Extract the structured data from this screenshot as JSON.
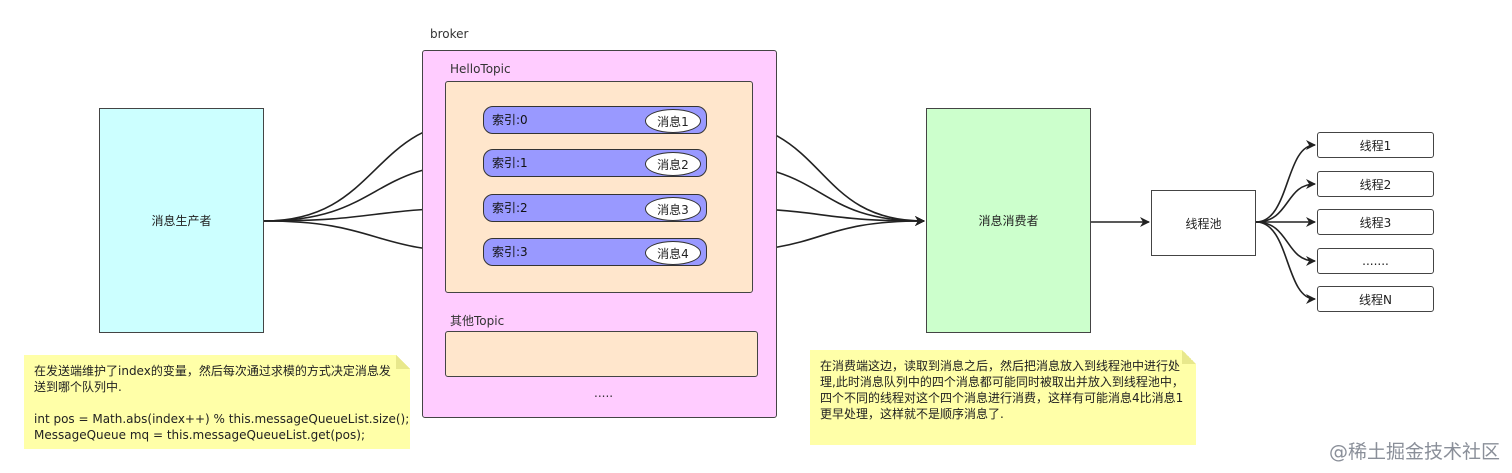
{
  "broker_label": "broker",
  "hello_topic_label": "HelloTopic",
  "other_topic_label": "其他Topic",
  "other_ellipsis": ".....",
  "producer_label": "消息生产者",
  "consumer_label": "消息消费者",
  "thread_pool_label": "线程池",
  "queues": [
    {
      "index_label": "索引:0",
      "message_label": "消息1"
    },
    {
      "index_label": "索引:1",
      "message_label": "消息2"
    },
    {
      "index_label": "索引:2",
      "message_label": "消息3"
    },
    {
      "index_label": "索引:3",
      "message_label": "消息4"
    }
  ],
  "threads": [
    "线程1",
    "线程2",
    "线程3",
    ".......",
    "线程N"
  ],
  "note_producer": {
    "lines": [
      "在发送端维护了index的变量，然后每次通过求模的方式决定消息发送到哪个队列中.",
      "",
      "int pos = Math.abs(index++) % this.messageQueueList.size();",
      "MessageQueue mq = this.messageQueueList.get(pos);"
    ]
  },
  "note_consumer": {
    "text": "在消费端这边，读取到消息之后，然后把消息放入到线程池中进行处理,此时消息队列中的四个消息都可能同时被取出并放入到线程池中，四个不同的线程对这个四个消息进行消费，这样有可能消息4比消息1更早处理，这样就不是顺序消息了."
  },
  "watermark": "@稀土掘金技术社区",
  "colors": {
    "producer_fill": "#ccffff",
    "consumer_fill": "#ccffcc",
    "broker_fill": "#ffccff",
    "topic_fill": "#ffe6cc",
    "queue_fill": "#9999ff",
    "note_fill": "#ffffa8"
  }
}
